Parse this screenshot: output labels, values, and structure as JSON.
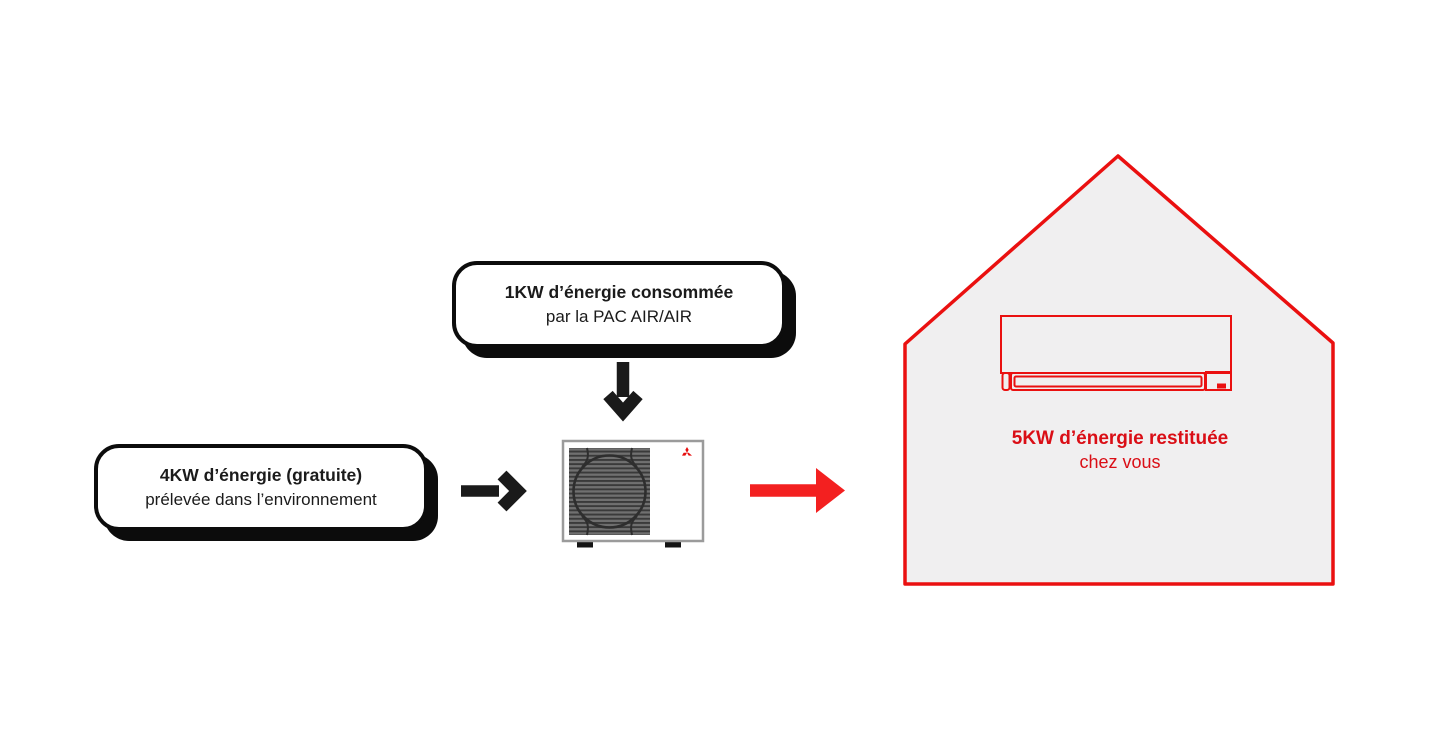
{
  "diagram_title": "PAC AIR/AIR energy flow diagram",
  "bubbles": {
    "consumed": {
      "line1": "1KW d’énergie consommée",
      "line2": "par la PAC AIR/AIR"
    },
    "free": {
      "line1": "4KW d’énergie (gratuite)",
      "line2": "prélevée dans l’environnement"
    }
  },
  "house": {
    "line1": "5KW d’énergie restituée",
    "line2": "chez vous"
  },
  "icons": {
    "down_arrow": "arrow-down",
    "right_arrow_black": "arrow-right",
    "right_arrow_red": "arrow-right",
    "outdoor_unit": "heat-pump-outdoor-unit",
    "indoor_unit": "air-conditioner-indoor-unit",
    "house": "house-outline",
    "brand_mark": "mitsubishi-three-diamonds"
  },
  "colors": {
    "red_outline": "#ea1010",
    "red_arrow": "#f32020",
    "red_text": "#da0e16",
    "brand_red": "#e60d0d",
    "black": "#1a1a1a",
    "house_fill": "#f0eff0",
    "unit_casing_border": "#9b9b9b",
    "grille_base": "#707070",
    "grille_stripe": "#3a3a3a"
  }
}
